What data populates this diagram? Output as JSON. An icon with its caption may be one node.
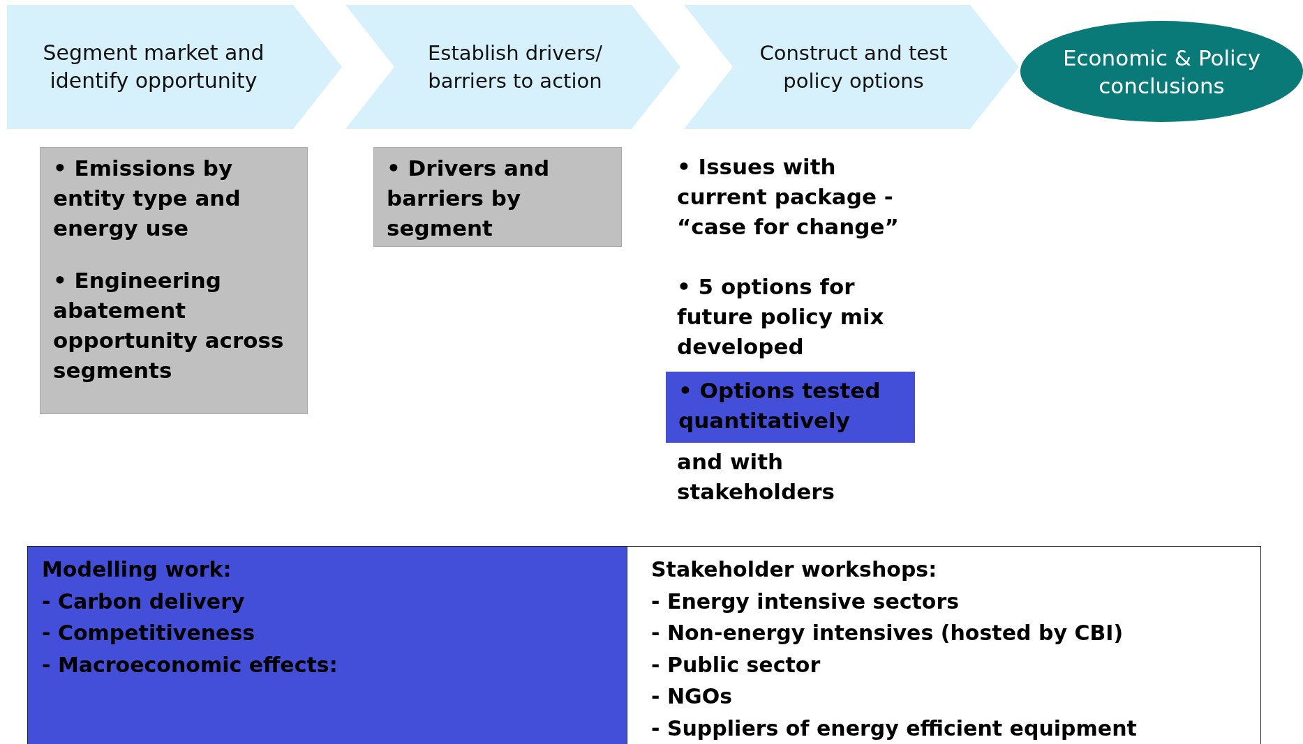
{
  "diagram": {
    "nodes": [
      {
        "text": [
          "Segment market and identify opportunity"
        ]
      },
      {
        "text": [
          "Establish drivers/ barriers to action"
        ]
      },
      {
        "text": [
          "Construct and test policy options"
        ]
      },
      {
        "text": [
          "Economic & Policy conclusions"
        ]
      },
      {
        "text": [
          "• Emissions by entity type and energy use",
          "• Engineering abatement opportunity across segments"
        ]
      },
      {
        "text": [
          "• Drivers and barriers by segment"
        ]
      },
      {
        "text": [
          "• Options tested quantitatively"
        ]
      },
      {
        "text": [
          "Modelling work:",
          "- Carbon delivery",
          "- Competitiveness",
          "- Macroeconomic effects:"
        ]
      },
      {
        "text": [
          "Stakeholder workshops:",
          "- Energy intensive sectors",
          "- Non-energy intensives (hosted by CBI)",
          "- Public sector",
          "- NGOs",
          "- Suppliers of energy efficient equipment"
        ]
      }
    ],
    "edges": [],
    "labels": [
      "• Issues with current package - “case for change”",
      "• 5 options for future policy mix developed",
      "and with stakeholders"
    ]
  }
}
